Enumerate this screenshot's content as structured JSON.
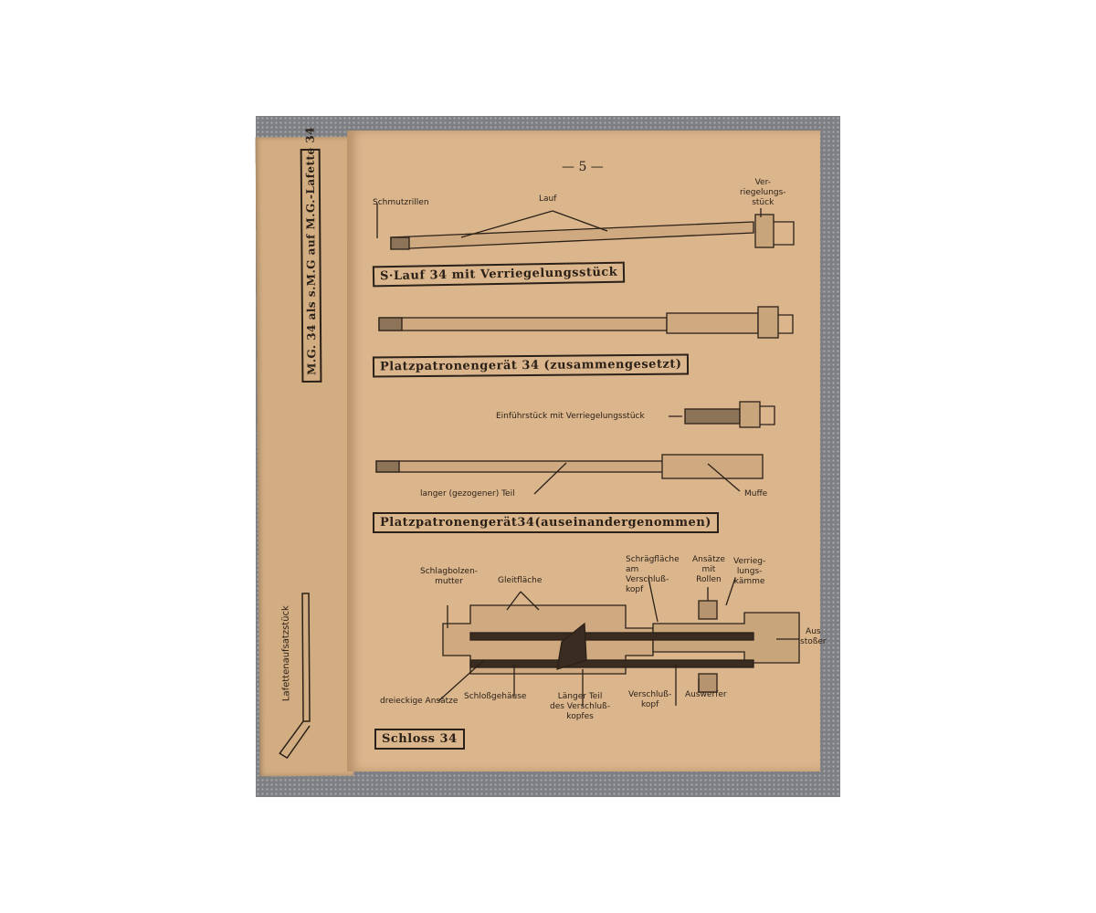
{
  "left_page": {
    "title_box": "M.G. 34 als s.M.G auf M.G.-Lafette 34",
    "part_label": "Lafettenaufsatzstück"
  },
  "right_page": {
    "page_number": "— 5 —",
    "fig1": {
      "caption": "S·Lauf 34 mit Verriegelungsstück",
      "labels": {
        "schmutzrillen": "Schmutzrillen",
        "lauf": "Lauf",
        "verriegelungsstueck": "Ver-\nriegelungs-\nstück"
      }
    },
    "fig2": {
      "caption": "Platzpatronengerät 34 (zusammengesetzt)"
    },
    "fig3": {
      "caption": "Platzpatronengerät34(auseinandergenommen)",
      "labels": {
        "einfuehrstueck": "Einführstück mit Verriegelungsstück",
        "langer_teil": "langer (gezogener) Teil",
        "muffe": "Muffe"
      }
    },
    "fig4": {
      "caption": "Schloss 34",
      "labels": {
        "schlagbolzenmutter": "Schlagbolzen-\nmutter",
        "gleitflaeche": "Gleitfläche",
        "schraegflaeche": "Schrägfläche\nam\nVerschluß-\nkopf",
        "ansaetze_rollen": "Ansätze\nmit\nRollen",
        "verriegelungskaemme": "Verrieg-\nlungs-\nkämme",
        "ausstosser": "Aus\nstoßer",
        "dreieckige": "dreieckige Ansätze",
        "schlossgehaeuse": "Schloßgehäuse",
        "langer_teil": "Länger Teil\ndes Verschluß-\nkopfes",
        "verschlusskopf": "Verschluß-\nkopf",
        "auswerfer": "Auswerfer"
      }
    }
  }
}
